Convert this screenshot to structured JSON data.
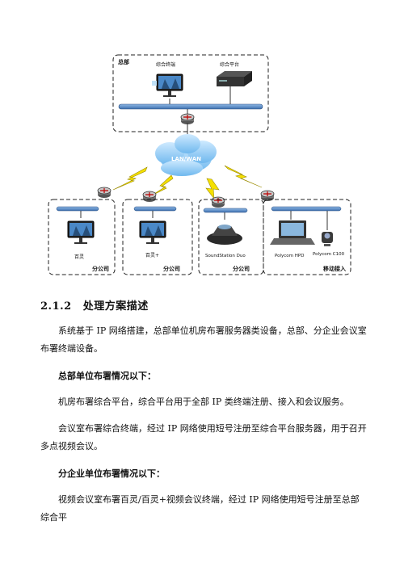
{
  "diagram": {
    "hq_label": "总部",
    "hq_terminal_label": "综合终端",
    "hq_platform_label": "综合平台",
    "cloud_label": "LAN/WAN",
    "branches": [
      {
        "device_label": "百灵",
        "box_label": "分公司"
      },
      {
        "device_label": "百灵+",
        "box_label": "分公司"
      },
      {
        "device_label": "SoundStation Duo",
        "box_label": "分公司"
      },
      {
        "device_label": "Polycom HPD",
        "device_label2": "Polycom C100",
        "box_label": "移动接入"
      }
    ]
  },
  "section": {
    "number": "2.1.2",
    "title": "处理方案描述"
  },
  "paragraphs": [
    "系统基于 IP 网络搭建，总部单位机房布署服务器类设备，总部、分企业会议室布署终端设备。",
    "总部单位布署情况以下：",
    "机房布署综合平台，综合平台用于全部 IP 类终端注册、接入和会议服务。",
    "会议室布署综合终端，经过 IP 网络使用短号注册至综合平台服务器，用于召开多点视频会议。",
    "分企业单位布署情况以下：",
    "视频会议室布署百灵/百灵+视频会议终端，经过 IP 网络使用短号注册至总部综合平"
  ]
}
